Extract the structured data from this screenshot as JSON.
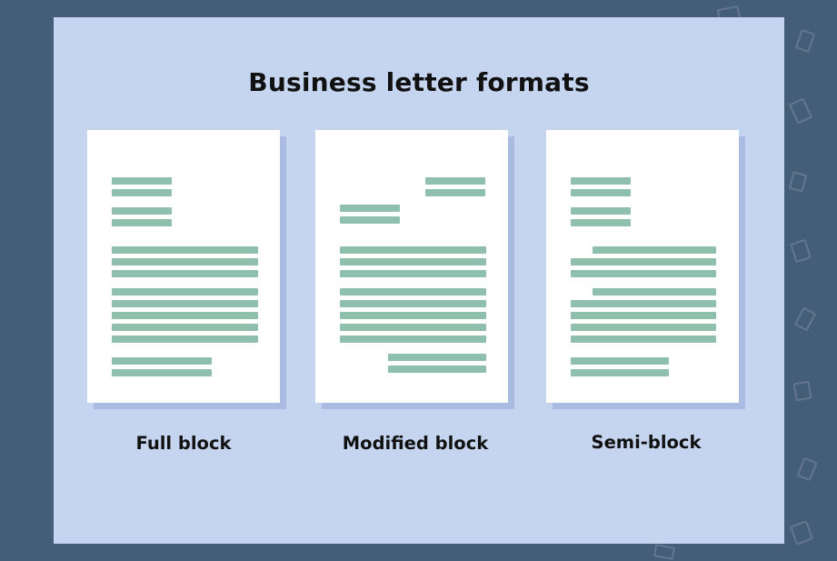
{
  "title": "Business letter formats",
  "colors": {
    "outer_background": "#455e78",
    "panel_background": "#c6d5ef",
    "page_background": "#ffffff",
    "page_shadow": "#a9bbe0",
    "text_line": "#8fc0ae",
    "heading_text": "#111111"
  },
  "formats": [
    {
      "label": "Full block"
    },
    {
      "label": "Modified block"
    },
    {
      "label": "Semi-block"
    }
  ]
}
